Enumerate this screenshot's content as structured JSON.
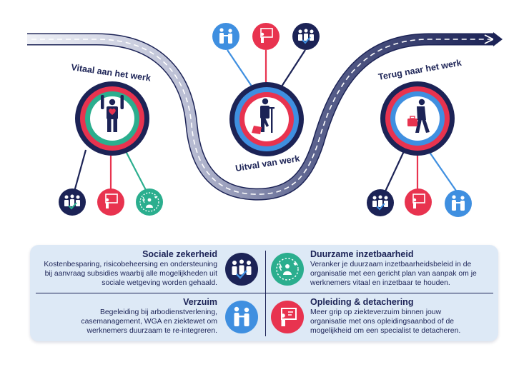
{
  "phases": {
    "vitaal": "Vitaal aan het werk",
    "uitval": "Uitval van werk",
    "terug": "Terug naar het werk"
  },
  "colors": {
    "navy": "#1c2356",
    "red": "#e8334f",
    "green": "#2bae8e",
    "blue": "#3f8fe0",
    "road": "#434a78",
    "panel": "#dde9f6"
  },
  "services": {
    "sociale": {
      "title": "Sociale zekerheid",
      "text": [
        "Kostenbesparing, risicobeheersing en ondersteuning",
        "bij aanvraag subsidies waarbij alle mogelijkheden uit",
        "sociale wetgeving worden gehaald."
      ],
      "icon": "group-checklist-icon"
    },
    "duurzame": {
      "title": "Duurzame inzetbaarheid",
      "text": [
        "Veranker je duurzaam inzetbaarheidsbeleid in de",
        "organisatie met een gericht plan van aanpak om je",
        "werknemers vitaal en inzetbaar te houden."
      ],
      "icon": "person-energy-heart-icon"
    },
    "verzuim": {
      "title": "Verzuim",
      "text": [
        "Begeleiding bij arbodienstverlening,",
        "casemanagement, WGA en ziektewet om",
        "werknemers duurzaam te re-integreren."
      ],
      "icon": "two-people-icon"
    },
    "opleiding": {
      "title": "Opleiding & detachering",
      "text": [
        "Meer grip op ziekteverzuim binnen jouw",
        "organisatie met ons opleidingsaanbod of de",
        "mogelijkheid om een specialist te detacheren."
      ],
      "icon": "presentation-board-icon"
    }
  }
}
